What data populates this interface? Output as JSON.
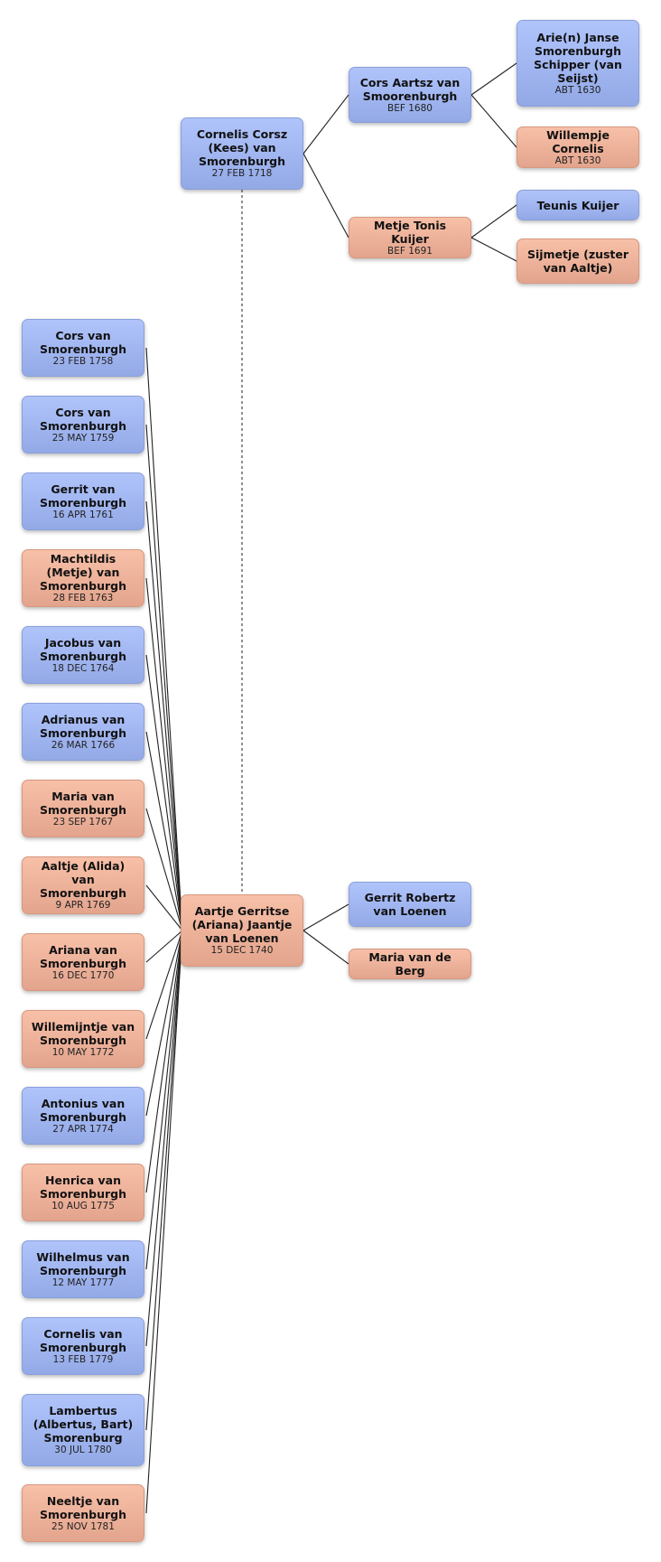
{
  "people": [
    {
      "id": "cornelis_corsz",
      "name": "Cornelis Corsz (Kees) van Smorenburgh",
      "date": "27 FEB 1718",
      "sex": "male"
    },
    {
      "id": "cors_aartsz",
      "name": "Cors Aartsz van Smoorenburgh",
      "date": "BEF 1680",
      "sex": "male"
    },
    {
      "id": "metje_tonis",
      "name": "Metje Tonis Kuijer",
      "date": "BEF 1691",
      "sex": "female"
    },
    {
      "id": "arie_janse",
      "name": "Arie(n) Janse Smorenburgh Schipper (van Seijst)",
      "date": "ABT 1630",
      "sex": "male"
    },
    {
      "id": "willempje",
      "name": "Willempje Cornelis",
      "date": "ABT 1630",
      "sex": "female"
    },
    {
      "id": "teunis",
      "name": "Teunis Kuijer",
      "date": "",
      "sex": "male"
    },
    {
      "id": "sijmetje",
      "name": "Sijmetje (zuster van Aaltje)",
      "date": "",
      "sex": "female"
    },
    {
      "id": "aartje",
      "name": "Aartje Gerritse (Ariana) Jaantje van Loenen",
      "date": "15 DEC 1740",
      "sex": "female"
    },
    {
      "id": "gerrit_robertz",
      "name": "Gerrit Robertz van Loenen",
      "date": "",
      "sex": "male"
    },
    {
      "id": "maria_berg",
      "name": "Maria van de Berg",
      "date": "",
      "sex": "female"
    },
    {
      "id": "c1",
      "name": "Cors van Smorenburgh",
      "date": "23 FEB 1758",
      "sex": "male"
    },
    {
      "id": "c2",
      "name": "Cors van Smorenburgh",
      "date": "25 MAY 1759",
      "sex": "male"
    },
    {
      "id": "c3",
      "name": "Gerrit van Smorenburgh",
      "date": "16 APR 1761",
      "sex": "male"
    },
    {
      "id": "c4",
      "name": "Machtildis (Metje) van Smorenburgh",
      "date": "28 FEB 1763",
      "sex": "female"
    },
    {
      "id": "c5",
      "name": "Jacobus van Smorenburgh",
      "date": "18 DEC 1764",
      "sex": "male"
    },
    {
      "id": "c6",
      "name": "Adrianus van Smorenburgh",
      "date": "26 MAR 1766",
      "sex": "male"
    },
    {
      "id": "c7",
      "name": "Maria van Smorenburgh",
      "date": "23 SEP 1767",
      "sex": "female"
    },
    {
      "id": "c8",
      "name": "Aaltje (Alida) van Smorenburgh",
      "date": "9 APR 1769",
      "sex": "female"
    },
    {
      "id": "c9",
      "name": "Ariana van Smorenburgh",
      "date": "16 DEC 1770",
      "sex": "female"
    },
    {
      "id": "c10",
      "name": "Willemijntje van Smorenburgh",
      "date": "10 MAY 1772",
      "sex": "female"
    },
    {
      "id": "c11",
      "name": "Antonius van Smorenburgh",
      "date": "27 APR 1774",
      "sex": "male"
    },
    {
      "id": "c12",
      "name": "Henrica van Smorenburgh",
      "date": "10 AUG 1775",
      "sex": "female"
    },
    {
      "id": "c13",
      "name": "Wilhelmus van Smorenburgh",
      "date": "12 MAY 1777",
      "sex": "male"
    },
    {
      "id": "c14",
      "name": "Cornelis van Smorenburgh",
      "date": "13 FEB 1779",
      "sex": "male"
    },
    {
      "id": "c15",
      "name": "Lambertus (Albertus, Bart) Smorenburg",
      "date": "30 JUL 1780",
      "sex": "male"
    },
    {
      "id": "c16",
      "name": "Neeltje van Smorenburgh",
      "date": "25 NOV 1781",
      "sex": "female"
    }
  ],
  "relations": [
    {
      "child": "cornelis_corsz",
      "parents": [
        "cors_aartsz",
        "metje_tonis"
      ]
    },
    {
      "child": "cors_aartsz",
      "parents": [
        "arie_janse",
        "willempje"
      ]
    },
    {
      "child": "metje_tonis",
      "parents": [
        "teunis",
        "sijmetje"
      ]
    },
    {
      "child": "aartje",
      "parents": [
        "gerrit_robertz",
        "maria_berg"
      ]
    }
  ],
  "partners": [
    [
      "cornelis_corsz",
      "aartje"
    ]
  ],
  "children_of_couple": [
    "c1",
    "c2",
    "c3",
    "c4",
    "c5",
    "c6",
    "c7",
    "c8",
    "c9",
    "c10",
    "c11",
    "c12",
    "c13",
    "c14",
    "c15",
    "c16"
  ],
  "colors": {
    "male": "#a3b8f2",
    "female": "#eeb49b",
    "line": "#222222"
  }
}
